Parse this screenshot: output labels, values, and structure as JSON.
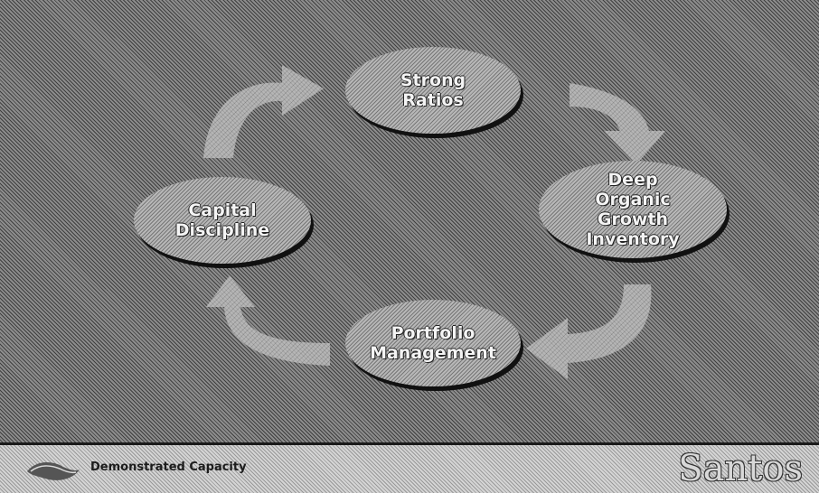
{
  "diagram": {
    "nodes": [
      {
        "id": "strong-ratios",
        "label": "Strong\nRatios"
      },
      {
        "id": "deep-organic",
        "label": "Deep\nOrganic\nGrowth\nInventory"
      },
      {
        "id": "portfolio",
        "label": "Portfolio\nManagement"
      },
      {
        "id": "capital",
        "label": "Capital\nDiscipline"
      }
    ]
  },
  "footer": {
    "caption": "Demonstrated Capacity",
    "brand": "Santos",
    "logo_icon": "santos-wave-logo-icon"
  }
}
